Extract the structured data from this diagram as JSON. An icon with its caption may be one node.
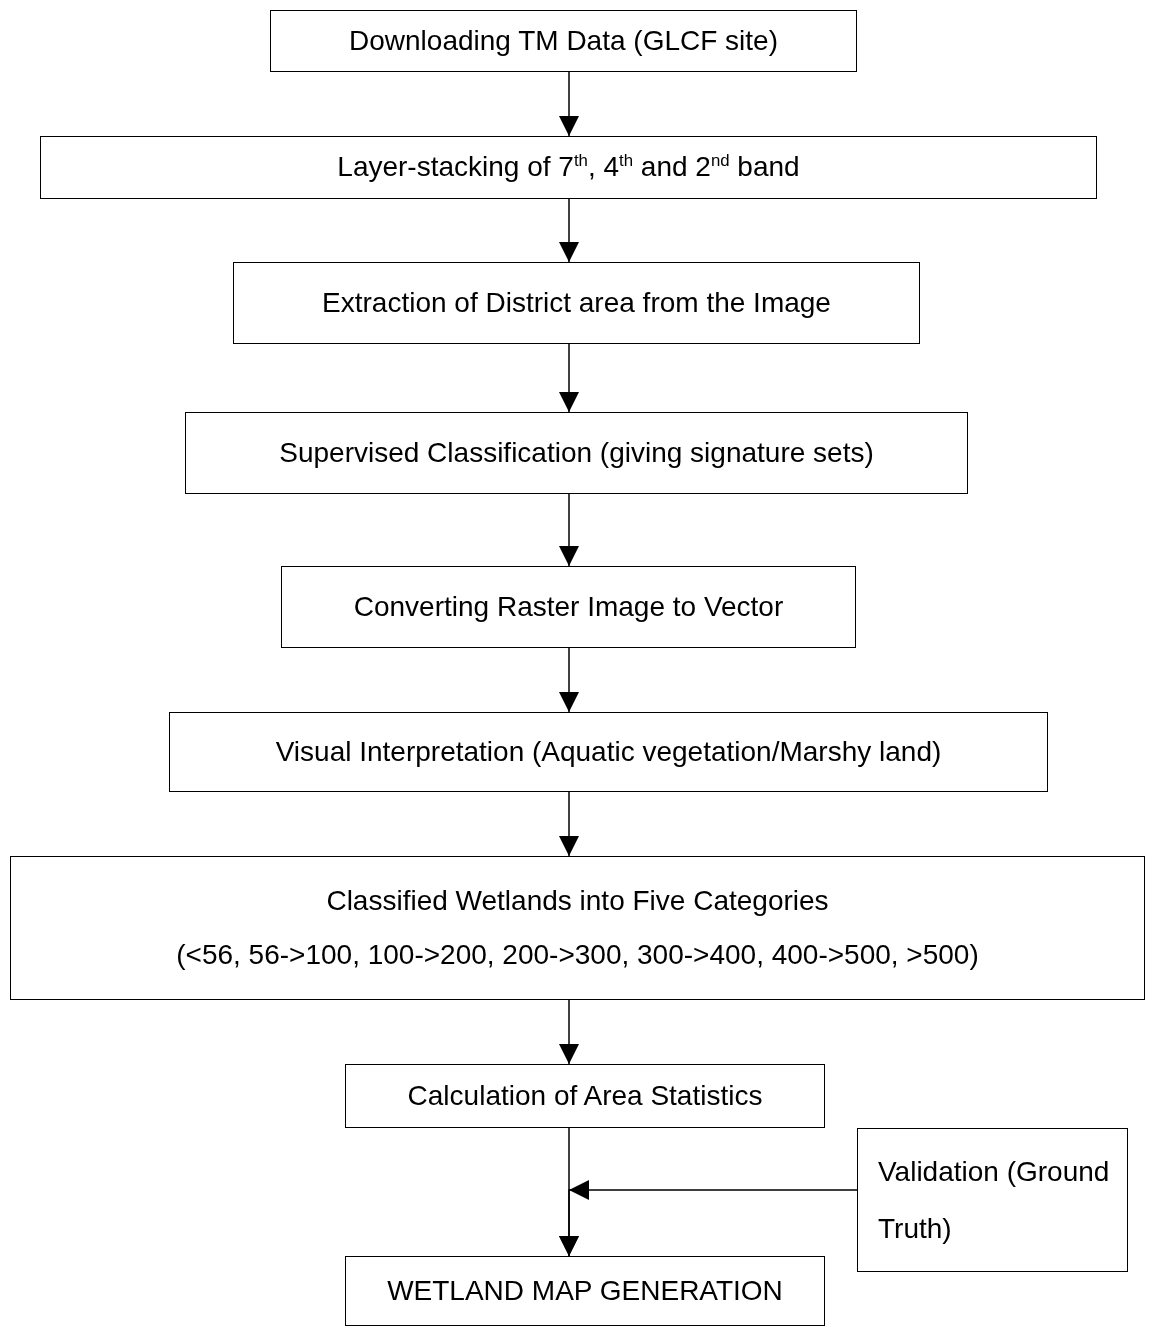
{
  "diagram": {
    "nodes": [
      {
        "text": [
          "Downloading TM Data (GLCF site)"
        ]
      },
      {
        "text": [
          "Layer-stacking of 7$^{th}$, 4$^{th}$ and 2$^{nd}$ band"
        ]
      },
      {
        "text": [
          "Extraction of District area from the Image"
        ]
      },
      {
        "text": [
          "Supervised Classification (giving signature sets)"
        ]
      },
      {
        "text": [
          "Converting Raster Image to Vector"
        ]
      },
      {
        "text": [
          "Visual Interpretation (Aquatic vegetation/Marshy land)"
        ]
      },
      {
        "text": [
          "Classified Wetlands into Five Categories",
          "(<56, 56->100, 100->200, 200->300, 300->400, 400->500, >500)"
        ]
      },
      {
        "text": [
          "Calculation of Area Statistics"
        ]
      },
      {
        "text": [
          "Validation (Ground Truth)"
        ]
      },
      {
        "text": [
          "WETLAND MAP GENERATION"
        ]
      }
    ],
    "edges": [
      {
        "from": 0,
        "to": 1,
        "arrow": "to"
      },
      {
        "from": 1,
        "to": 2,
        "arrow": "to"
      },
      {
        "from": 2,
        "to": 3,
        "arrow": "to"
      },
      {
        "from": 3,
        "to": 4,
        "arrow": "to"
      },
      {
        "from": 4,
        "to": 5,
        "arrow": "to"
      },
      {
        "from": 5,
        "to": 6,
        "arrow": "to"
      },
      {
        "from": 6,
        "to": 7,
        "arrow": "to"
      },
      {
        "from": 7,
        "to": 9,
        "arrow": "to"
      },
      {
        "from": 8,
        "to": 9,
        "arrow": "to"
      }
    ]
  }
}
